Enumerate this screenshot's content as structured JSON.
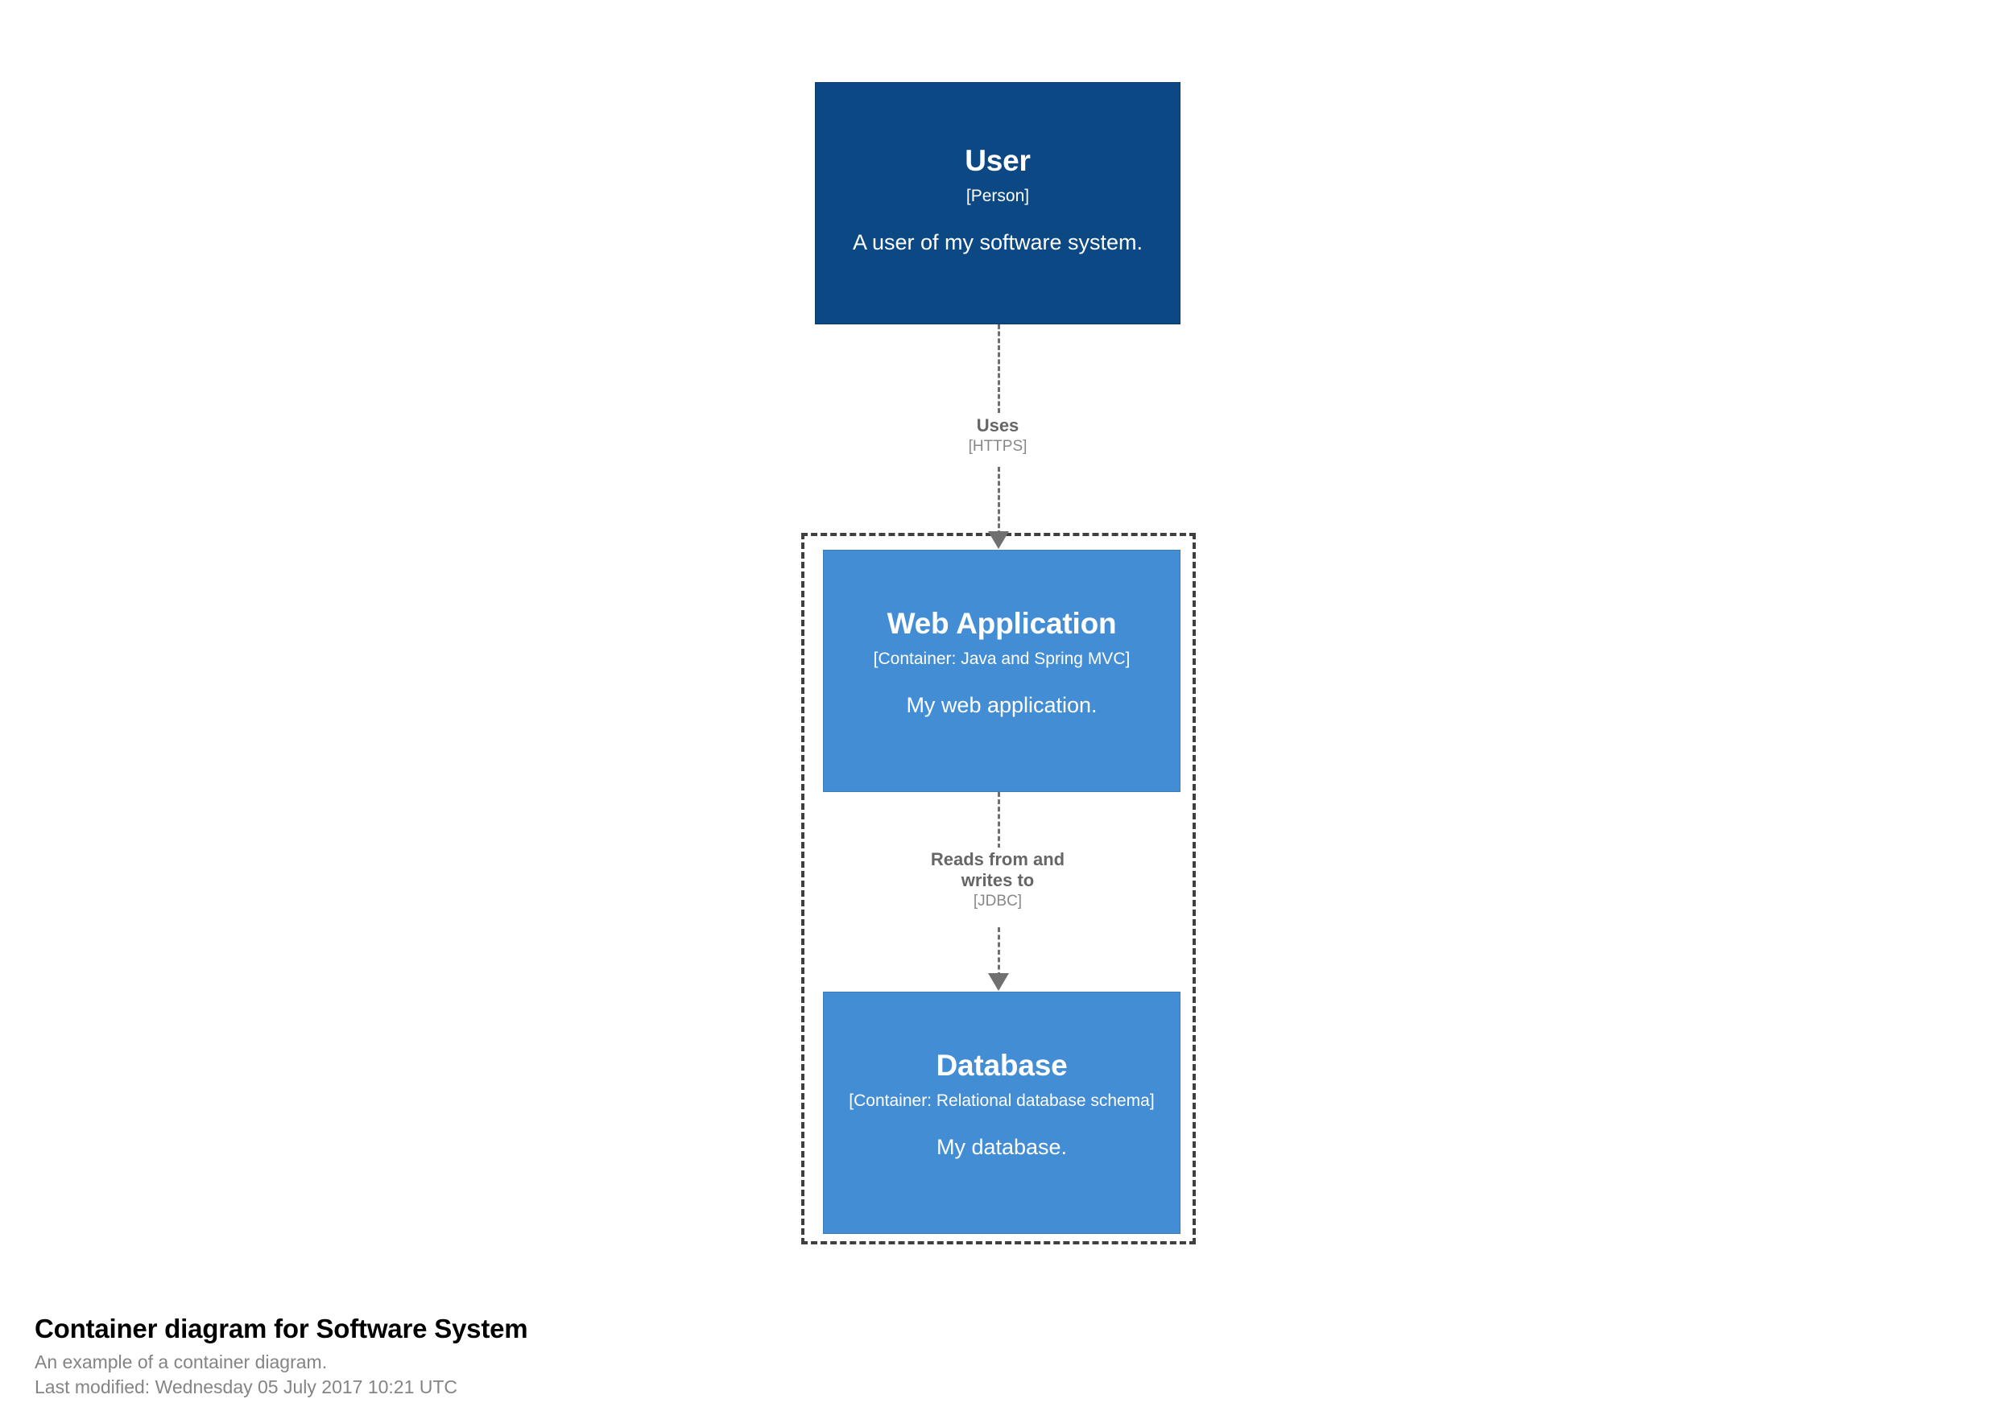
{
  "diagram": {
    "type": "c4-container-diagram",
    "background_color": "#ffffff",
    "boundary": {
      "label": "",
      "style": "dashed",
      "border_color": "#3f3f3f"
    },
    "nodes": [
      {
        "id": "user",
        "name": "User",
        "technology": "[Person]",
        "description": "A user of my software system.",
        "color": "#0b4884",
        "text_color": "#ffffff",
        "inside_boundary": false
      },
      {
        "id": "web-application",
        "name": "Web Application",
        "technology": "[Container: Java and Spring MVC]",
        "description": "My web application.",
        "color": "#438dd5",
        "text_color": "#ffffff",
        "inside_boundary": true
      },
      {
        "id": "database",
        "name": "Database",
        "technology": "[Container: Relational database schema]",
        "description": "My database.",
        "color": "#438dd5",
        "text_color": "#ffffff",
        "inside_boundary": true
      }
    ],
    "relationships": [
      {
        "id": "user-uses-webapp",
        "source": "user",
        "target": "web-application",
        "description": "Uses",
        "technology": "[HTTPS]",
        "line_color": "#707070",
        "style": "dashed"
      },
      {
        "id": "webapp-reads-writes-database",
        "source": "web-application",
        "target": "database",
        "description": "Reads from and\nwrites to",
        "technology": "[JDBC]",
        "line_color": "#707070",
        "style": "dashed"
      }
    ]
  },
  "caption": {
    "title": "Container diagram for Software System",
    "subtitle": "An example of a container diagram.",
    "last_modified": "Last modified: Wednesday 05 July 2017 10:21 UTC"
  }
}
